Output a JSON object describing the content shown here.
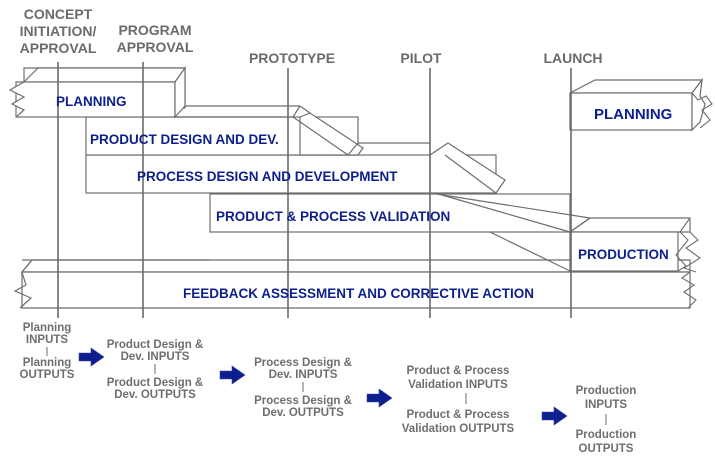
{
  "milestones": [
    {
      "id": "concept",
      "lines": [
        "CONCEPT",
        "INITIATION/",
        "APPROVAL"
      ]
    },
    {
      "id": "program",
      "lines": [
        "PROGRAM",
        "APPROVAL"
      ]
    },
    {
      "id": "prototype",
      "lines": [
        "PROTOTYPE"
      ]
    },
    {
      "id": "pilot",
      "lines": [
        "PILOT"
      ]
    },
    {
      "id": "launch",
      "lines": [
        "LAUNCH"
      ]
    }
  ],
  "phases": {
    "planning": "PLANNING",
    "product_design": "PRODUCT DESIGN AND DEV.",
    "process_design": "PROCESS DESIGN AND DEVELOPMENT",
    "validation": "PRODUCT & PROCESS VALIDATION",
    "production": "PRODUCTION",
    "feedback": "FEEDBACK ASSESSMENT AND CORRECTIVE ACTION",
    "planning_next": "PLANNING"
  },
  "io_blocks": [
    {
      "inputs": [
        "Planning",
        "INPUTS"
      ],
      "outputs": [
        "Planning",
        "OUTPUTS"
      ]
    },
    {
      "inputs": [
        "Product Design &",
        "Dev. INPUTS"
      ],
      "outputs": [
        "Product Design &",
        "Dev. OUTPUTS"
      ]
    },
    {
      "inputs": [
        "Process Design &",
        "Dev. INPUTS"
      ],
      "outputs": [
        "Process Design &",
        "Dev. OUTPUTS"
      ]
    },
    {
      "inputs": [
        "Product & Process",
        "Validation INPUTS"
      ],
      "outputs": [
        "Product & Process",
        "Validation OUTPUTS"
      ]
    },
    {
      "inputs": [
        "Production",
        "INPUTS"
      ],
      "outputs": [
        "Production",
        "OUTPUTS"
      ]
    }
  ],
  "colors": {
    "phase_text": "#0d1f8c",
    "milestone_text": "#6b6b6b",
    "arrow": "#0d1f8c"
  }
}
